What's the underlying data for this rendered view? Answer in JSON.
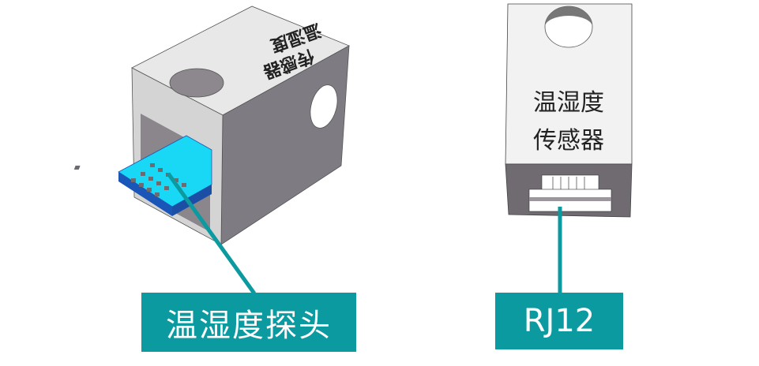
{
  "left_device": {
    "top_engraving_line1": "温湿度",
    "top_engraving_line2": "传感器"
  },
  "right_device": {
    "face_text_line1": "温湿度",
    "face_text_line2": "传感器"
  },
  "callouts": {
    "probe_label": "温湿度探头",
    "port_label": "RJ12"
  },
  "colors": {
    "callout_teal": "#0b9a9f",
    "sensor_cyan": "#19d8f5",
    "sensor_blue": "#1a56b8",
    "body_light": "#e6e6e6",
    "body_dark": "#7e7a80"
  }
}
